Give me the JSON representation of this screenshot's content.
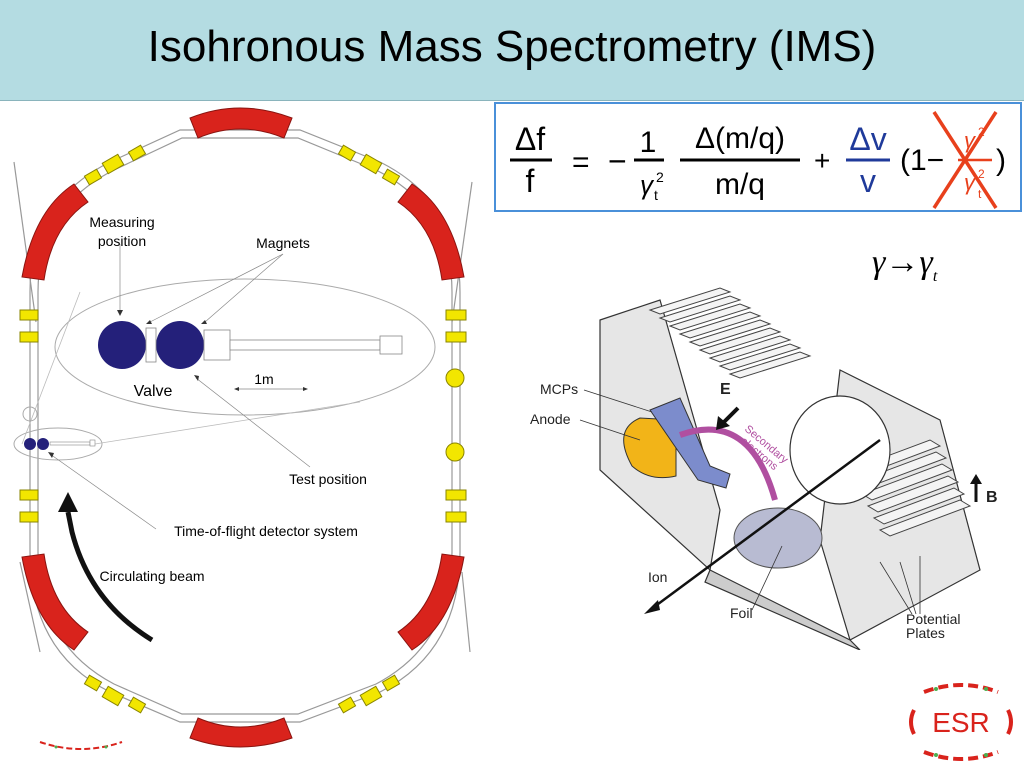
{
  "slide": {
    "title": "Isohronous Mass Spectrometry (IMS)"
  },
  "formula": {
    "lhs_num": "Δf",
    "lhs_den": "f",
    "equals": "=",
    "minus": "−",
    "coef_num": "1",
    "coef_den_base": "γ",
    "coef_den_sub": "t",
    "coef_den_sup": "2",
    "term1_num": "Δ(m/q)",
    "term1_den": "m/q",
    "plus": "+",
    "term2_num": "Δv",
    "term2_den": "v",
    "paren_open": "(1−",
    "cross_num_base": "γ",
    "cross_num_sup": "2",
    "cross_den_base": "γ",
    "cross_den_sub": "t",
    "cross_den_sup": "2",
    "paren_close": ")"
  },
  "gamma_relation": {
    "lhs": "γ",
    "arrow": "→",
    "rhs": "γ",
    "rhs_sub": "t"
  },
  "ring_labels": {
    "measuring_position": [
      "Measuring",
      "position"
    ],
    "magnets": "Magnets",
    "valve": "Valve",
    "scale": "1m",
    "test_position": "Test position",
    "tof_system": "Time-of-flight detector system",
    "circulating_beam": "Circulating beam"
  },
  "detector_labels": {
    "mcps": "MCPs",
    "anode": "Anode",
    "e_field": "E",
    "b_field": "B",
    "secondary_electrons": [
      "Secondary",
      "electrons"
    ],
    "ion": "Ion",
    "foil": "Foil",
    "potential_plates": [
      "Potential",
      "Plates"
    ]
  },
  "logo": {
    "text": "ESR"
  },
  "colors": {
    "title_bar": "#b4dce2",
    "formula_border": "#4a90d9",
    "dipole_red": "#d9231c",
    "quad_yellow": "#f2e600",
    "magnet_blue": "#24207a",
    "formula_blue": "#1f3a9a",
    "cross_red": "#e8401c",
    "anode_yellow": "#f2b418",
    "mcp_blue": "#7c8ccc",
    "secondary_purple": "#b04fa0"
  }
}
